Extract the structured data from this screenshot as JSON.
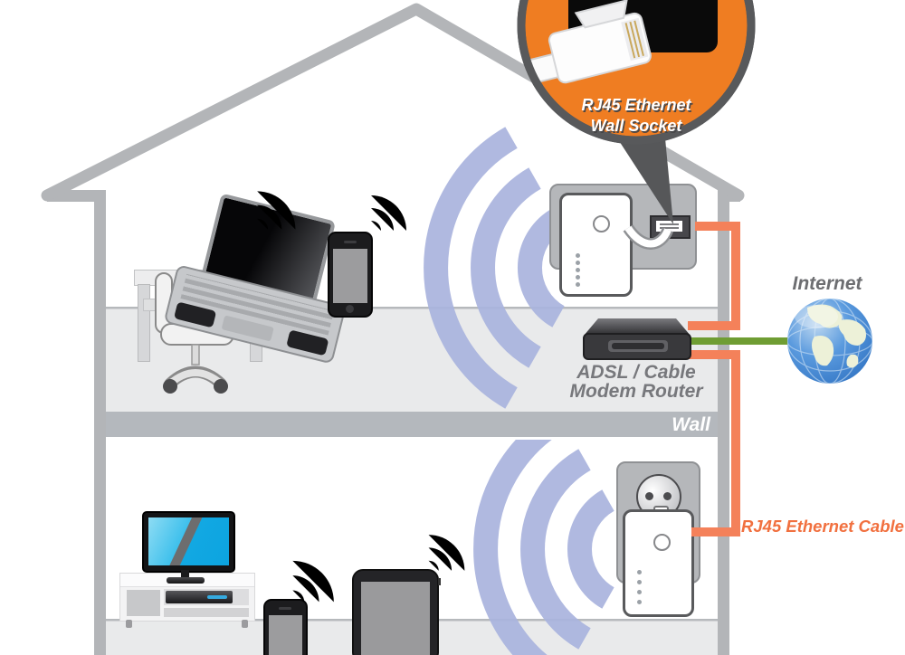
{
  "callout": {
    "line1": "RJ45 Ethernet",
    "line2": "Wall Socket"
  },
  "labels": {
    "router_line1": "ADSL / Cable",
    "router_line2": "Modem Router",
    "wall": "Wall",
    "internet": "Internet",
    "ethernet_cable": "RJ45 Ethernet Cable"
  },
  "icons": [
    "wifi-signal-icon",
    "wifi-coverage-arcs",
    "internet-globe-icon",
    "rj45-connector-photo",
    "power-socket-icon",
    "rj45-wall-jack-icon"
  ],
  "colors": {
    "wifi": "#189cd9",
    "lavender": "#aab4de",
    "cable-orange": "#f4815a",
    "callout-orange": "#ef7d22",
    "cable-green": "#6f9d33",
    "label-gray": "#77787c",
    "label-orange": "#f1703f",
    "structure-gray": "#b3b5b8",
    "screen-blue": "#2cb9e8"
  }
}
